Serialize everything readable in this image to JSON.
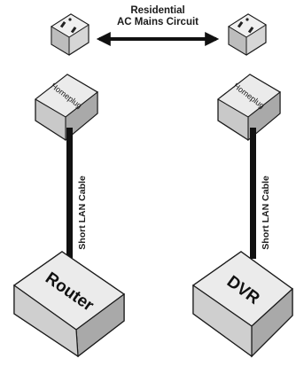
{
  "mains": {
    "line1": "Residential",
    "line2": "AC Mains Circuit"
  },
  "left": {
    "adapter": "Homeplug",
    "cable": "Short LAN Cable",
    "device": "Router"
  },
  "right": {
    "adapter": "Homeplug",
    "cable": "Short LAN Cable",
    "device": "DVR"
  },
  "colors": {
    "box_top": "#e9e9e9",
    "box_front": "#c9c9c9",
    "box_side": "#a9a9a9",
    "outline": "#1a1a1a",
    "cable": "#111111"
  }
}
